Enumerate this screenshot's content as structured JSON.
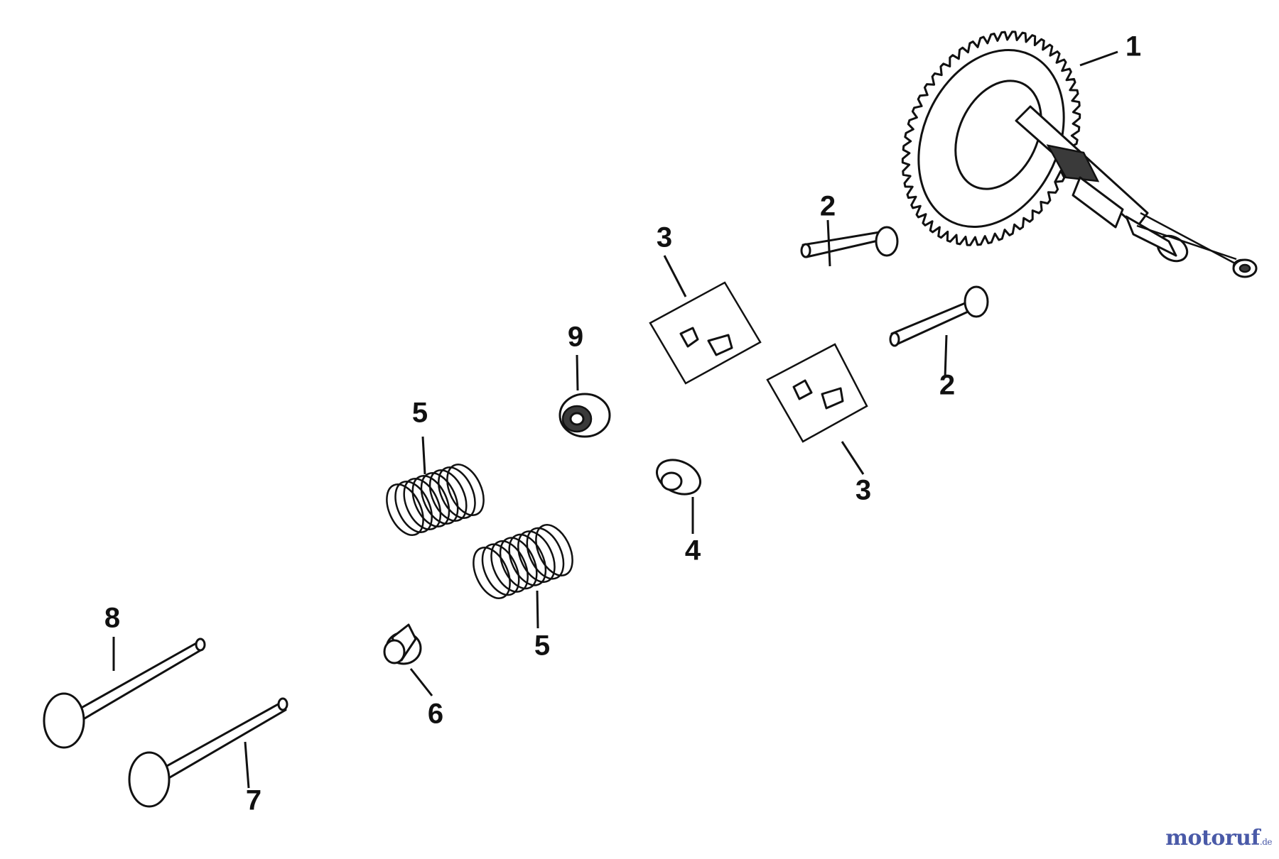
{
  "callouts": {
    "c1": "1",
    "c2a": "2",
    "c2b": "2",
    "c3a": "3",
    "c3b": "3",
    "c4": "4",
    "c5a": "5",
    "c5b": "5",
    "c6": "6",
    "c7": "7",
    "c8": "8",
    "c9": "9"
  },
  "watermark": {
    "main": "motoruf",
    "suffix": ".de"
  }
}
